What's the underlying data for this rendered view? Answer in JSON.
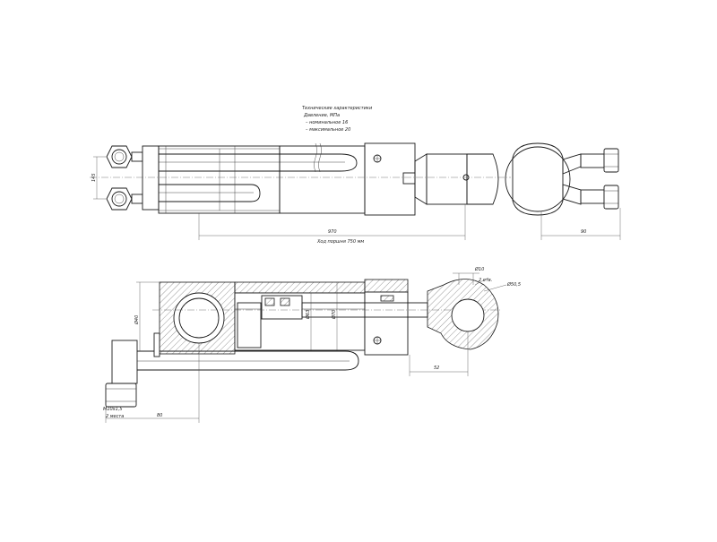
{
  "specs": {
    "heading": "Технические характеристики",
    "pressure": "Давление, МПа",
    "nominal": "– номинальное    16",
    "maximal": "– максимальное   20"
  },
  "dims": {
    "bracket": "145",
    "length_top": "970",
    "stroke": "Ход поршня 750 мм",
    "width_right": "90",
    "height_left": "Ø40",
    "inner_d1": "Ø63",
    "inner_d2": "Ø70",
    "eye_pin": "Ø10",
    "eye_holes": "2 отв.",
    "eye_outer": "Ø50,5",
    "eye_offset": "52",
    "fitting_thread": "М10х1,5",
    "fitting_count": "2 места",
    "fitting_offset": "80"
  }
}
